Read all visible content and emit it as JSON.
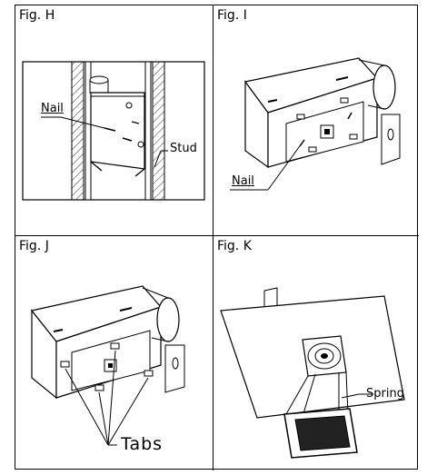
{
  "figures": [
    {
      "label": "Fig. H",
      "callouts": [
        "Nail",
        "Stud"
      ]
    },
    {
      "label": "Fig. I",
      "callouts": [
        "Nail"
      ]
    },
    {
      "label": "Fig. J",
      "callouts": [
        "Tabs"
      ]
    },
    {
      "label": "Fig. K",
      "callouts": [
        "Spring"
      ]
    }
  ]
}
